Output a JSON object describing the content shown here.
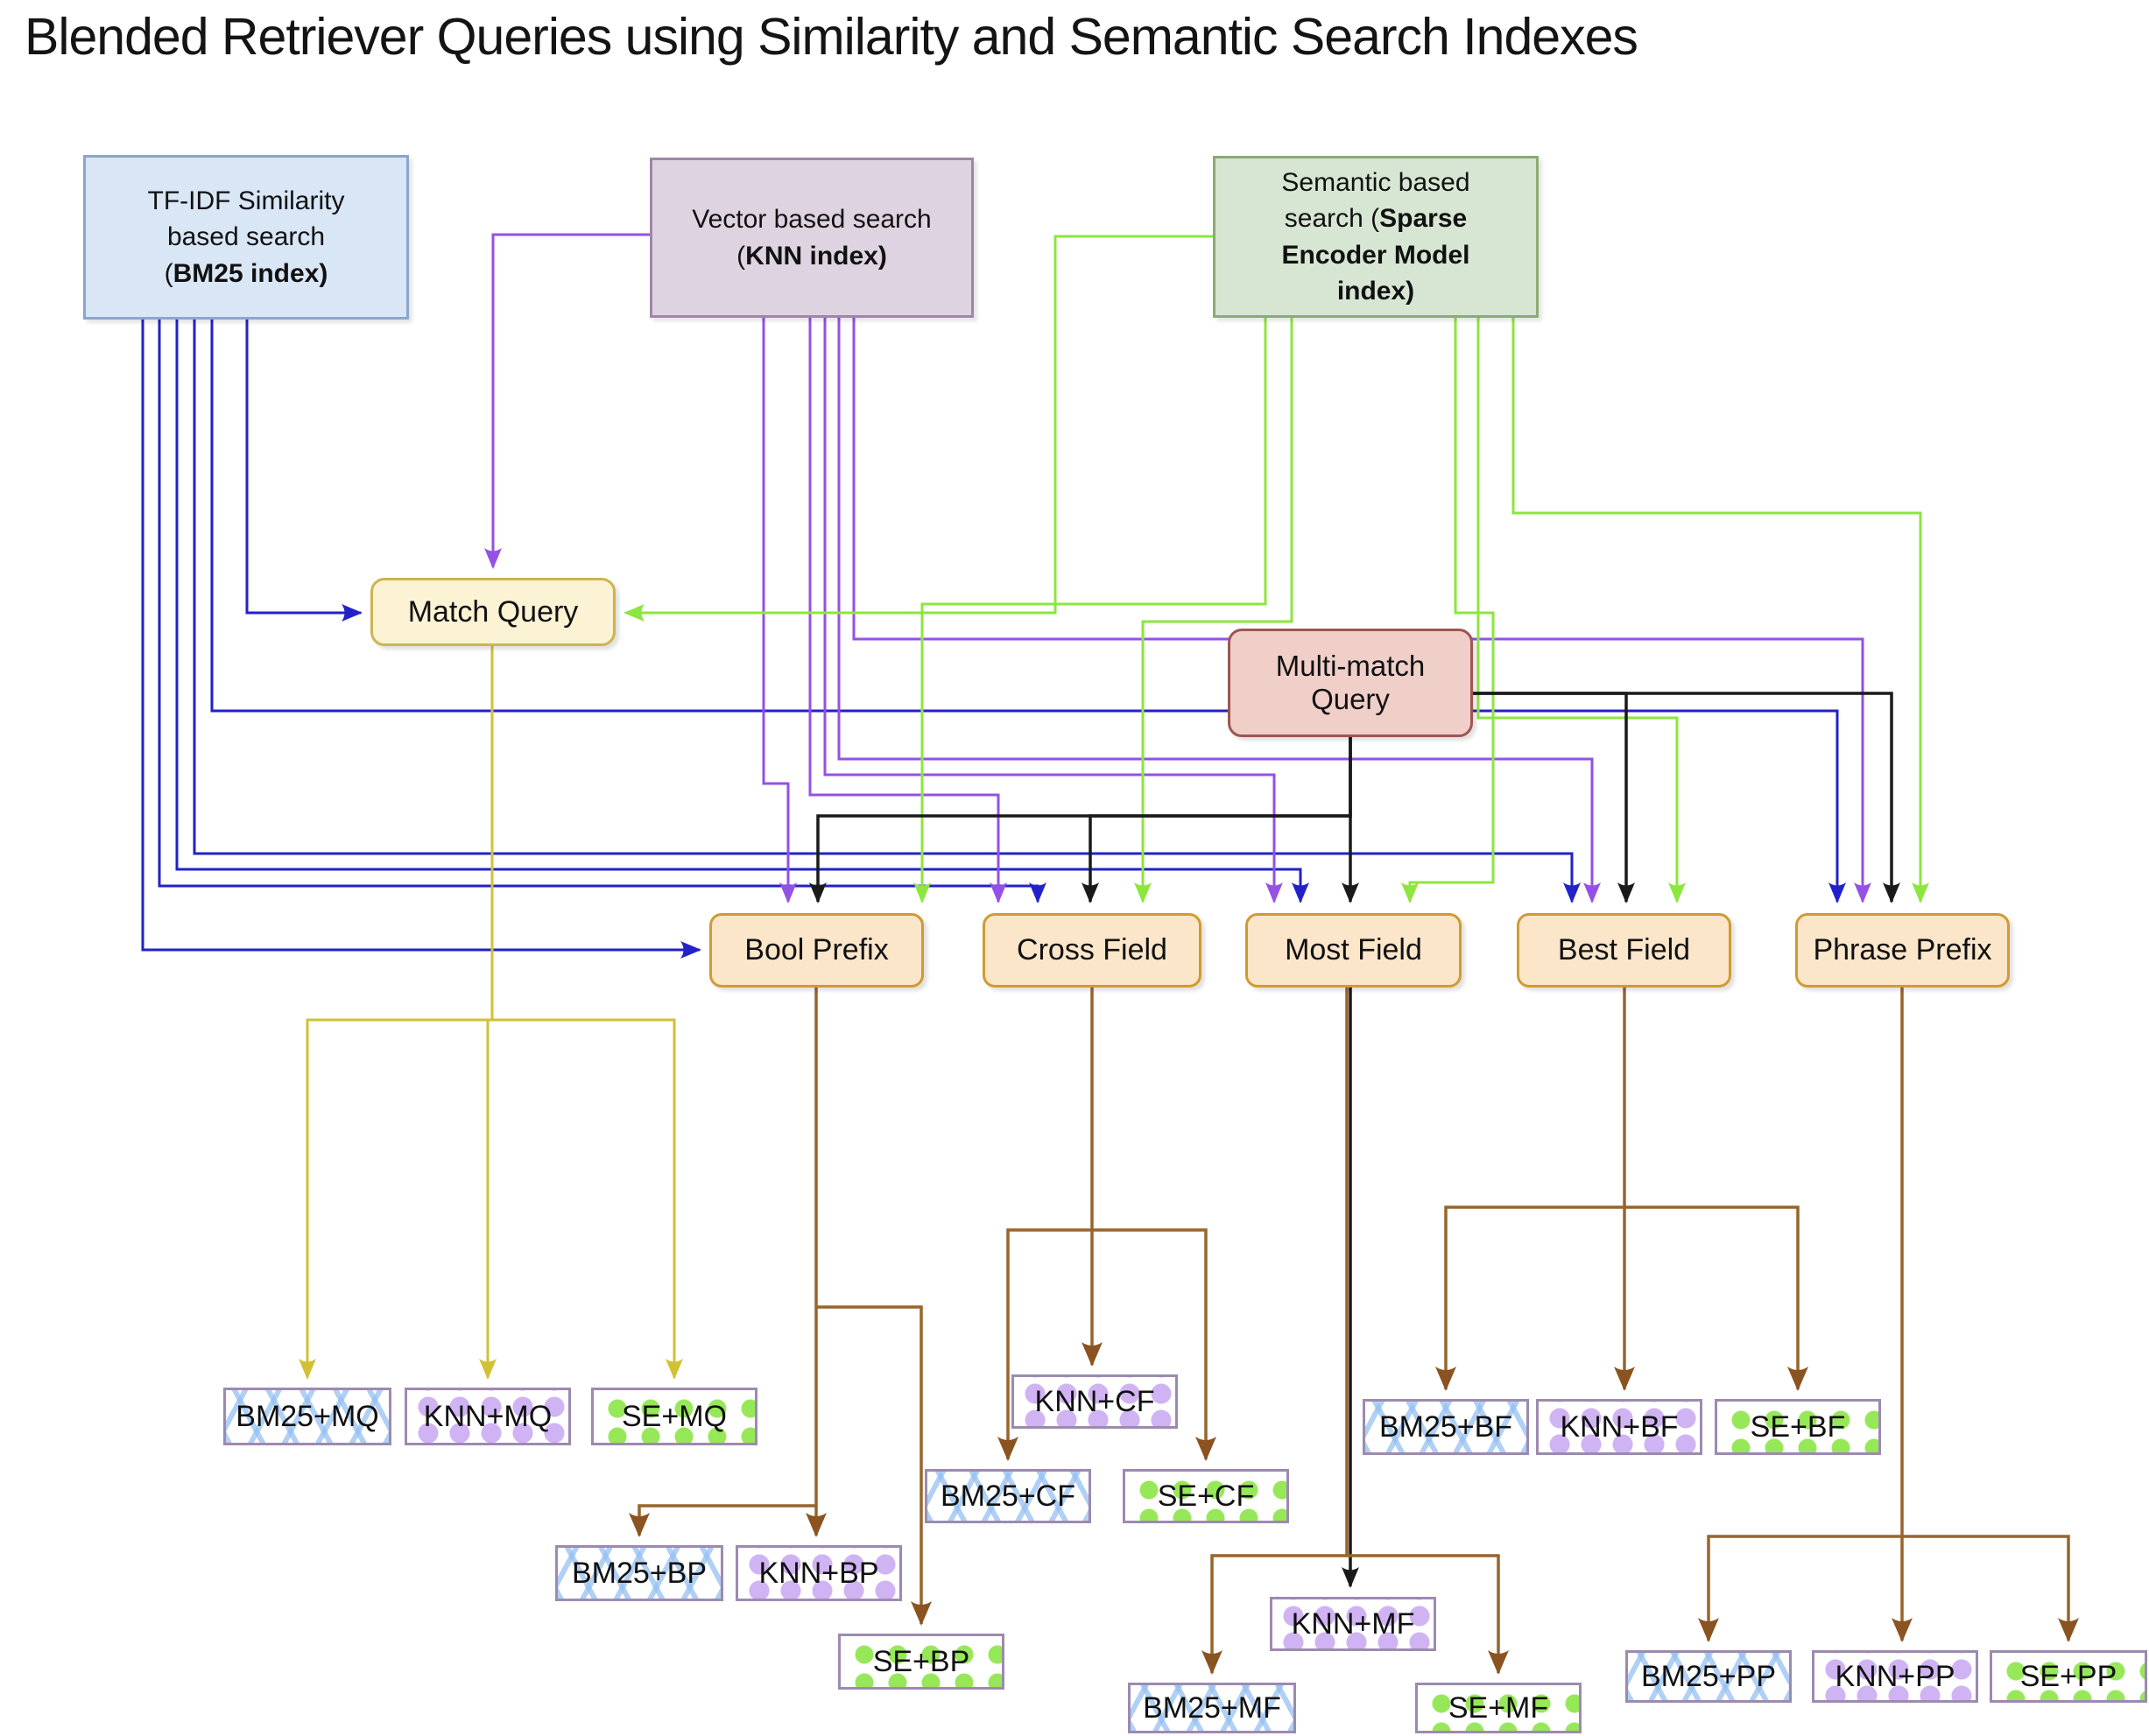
{
  "title": "Blended Retriever Queries using Similarity and Semantic Search Indexes",
  "colors": {
    "bm25_edge": "#2222c8",
    "knn_edge": "#9550e6",
    "se_edge": "#8ce63e",
    "multimatch_edge": "#1a1a1a",
    "matchquery_edge": "#d2c135",
    "leaf_edge": "#98652c",
    "bm25_box_fill": "#d8e6f6",
    "bm25_box_border": "#8aa6cc",
    "knn_box_fill": "#ded4e1",
    "knn_box_border": "#9f86a8",
    "se_box_fill": "#d6e6d2",
    "se_box_border": "#8bab72",
    "match_query_fill": "#fcf3d4",
    "match_query_border": "#cfb34e",
    "multi_match_fill": "#f0cfc9",
    "multi_match_border": "#9e5650",
    "query_type_fill": "#fbe6ca",
    "query_type_border": "#cf9b32",
    "leaf_border": "#9d8ab0",
    "bm25_pattern": "#96c0f2",
    "knn_pattern": "#b284ec",
    "se_pattern": "#7ae22a"
  },
  "nodes": {
    "bm25_index": {
      "label_pre": "TF-IDF Similarity based search (",
      "label_bold": "BM25 index",
      "label_post": ")"
    },
    "knn_index": {
      "label_pre": "Vector based search (",
      "label_bold": "KNN index",
      "label_post": ")"
    },
    "se_index": {
      "label_pre": "Semantic based search (",
      "label_bold": "Sparse Encoder Model index",
      "label_post": ")"
    },
    "match_query": {
      "label": "Match Query"
    },
    "multi_match": {
      "label": "Multi-match Query"
    },
    "bool_prefix": {
      "label": "Bool Prefix"
    },
    "cross_field": {
      "label": "Cross Field"
    },
    "most_field": {
      "label": "Most Field"
    },
    "best_field": {
      "label": "Best Field"
    },
    "phrase_prefix": {
      "label": "Phrase Prefix"
    },
    "bm25_mq": {
      "label": "BM25+MQ"
    },
    "knn_mq": {
      "label": "KNN+MQ"
    },
    "se_mq": {
      "label": "SE+MQ"
    },
    "knn_cf": {
      "label": "KNN+CF"
    },
    "bm25_cf": {
      "label": "BM25+CF"
    },
    "se_cf": {
      "label": "SE+CF"
    },
    "bm25_bf": {
      "label": "BM25+BF"
    },
    "knn_bf": {
      "label": "KNN+BF"
    },
    "se_bf": {
      "label": "SE+BF"
    },
    "bm25_bp": {
      "label": "BM25+BP"
    },
    "knn_bp": {
      "label": "KNN+BP"
    },
    "se_bp": {
      "label": "SE+BP"
    },
    "knn_mf": {
      "label": "KNN+MF"
    },
    "bm25_mf": {
      "label": "BM25+MF"
    },
    "se_mf": {
      "label": "SE+MF"
    },
    "bm25_pp": {
      "label": "BM25+PP"
    },
    "knn_pp": {
      "label": "KNN+PP"
    },
    "se_pp": {
      "label": "SE+PP"
    }
  },
  "edges": [
    {
      "from": "bm25_index",
      "to": "match_query",
      "color": "blue"
    },
    {
      "from": "bm25_index",
      "to": "bool_prefix",
      "color": "blue"
    },
    {
      "from": "bm25_index",
      "to": "cross_field",
      "color": "blue"
    },
    {
      "from": "bm25_index",
      "to": "most_field",
      "color": "blue"
    },
    {
      "from": "bm25_index",
      "to": "best_field",
      "color": "blue"
    },
    {
      "from": "bm25_index",
      "to": "phrase_prefix",
      "color": "blue"
    },
    {
      "from": "knn_index",
      "to": "match_query",
      "color": "purple"
    },
    {
      "from": "knn_index",
      "to": "bool_prefix",
      "color": "purple"
    },
    {
      "from": "knn_index",
      "to": "cross_field",
      "color": "purple"
    },
    {
      "from": "knn_index",
      "to": "most_field",
      "color": "purple"
    },
    {
      "from": "knn_index",
      "to": "best_field",
      "color": "purple"
    },
    {
      "from": "knn_index",
      "to": "phrase_prefix",
      "color": "purple"
    },
    {
      "from": "se_index",
      "to": "match_query",
      "color": "green"
    },
    {
      "from": "se_index",
      "to": "bool_prefix",
      "color": "green"
    },
    {
      "from": "se_index",
      "to": "cross_field",
      "color": "green"
    },
    {
      "from": "se_index",
      "to": "most_field",
      "color": "green"
    },
    {
      "from": "se_index",
      "to": "best_field",
      "color": "green"
    },
    {
      "from": "se_index",
      "to": "phrase_prefix",
      "color": "green"
    },
    {
      "from": "multi_match",
      "to": "bool_prefix",
      "color": "black"
    },
    {
      "from": "multi_match",
      "to": "cross_field",
      "color": "black"
    },
    {
      "from": "multi_match",
      "to": "most_field",
      "color": "black"
    },
    {
      "from": "multi_match",
      "to": "best_field",
      "color": "black"
    },
    {
      "from": "multi_match",
      "to": "phrase_prefix",
      "color": "black"
    },
    {
      "from": "match_query",
      "to": "bm25_mq",
      "color": "yellow"
    },
    {
      "from": "match_query",
      "to": "knn_mq",
      "color": "yellow"
    },
    {
      "from": "match_query",
      "to": "se_mq",
      "color": "yellow"
    },
    {
      "from": "bool_prefix",
      "to": "bm25_bp",
      "color": "brown"
    },
    {
      "from": "bool_prefix",
      "to": "knn_bp",
      "color": "brown"
    },
    {
      "from": "bool_prefix",
      "to": "se_bp",
      "color": "brown"
    },
    {
      "from": "cross_field",
      "to": "knn_cf",
      "color": "brown"
    },
    {
      "from": "cross_field",
      "to": "bm25_cf",
      "color": "brown"
    },
    {
      "from": "cross_field",
      "to": "se_cf",
      "color": "brown"
    },
    {
      "from": "most_field",
      "to": "knn_mf",
      "color": "black"
    },
    {
      "from": "most_field",
      "to": "bm25_mf",
      "color": "brown"
    },
    {
      "from": "most_field",
      "to": "se_mf",
      "color": "brown"
    },
    {
      "from": "best_field",
      "to": "bm25_bf",
      "color": "brown"
    },
    {
      "from": "best_field",
      "to": "knn_bf",
      "color": "brown"
    },
    {
      "from": "best_field",
      "to": "se_bf",
      "color": "brown"
    },
    {
      "from": "phrase_prefix",
      "to": "bm25_pp",
      "color": "brown"
    },
    {
      "from": "phrase_prefix",
      "to": "knn_pp",
      "color": "brown"
    },
    {
      "from": "phrase_prefix",
      "to": "se_pp",
      "color": "brown"
    }
  ]
}
